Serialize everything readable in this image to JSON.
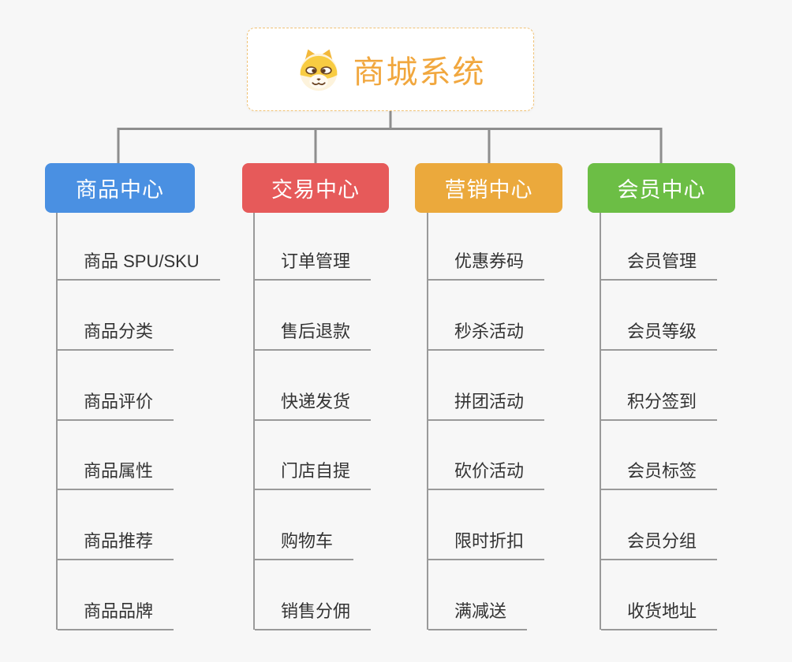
{
  "root": {
    "title": "商城系统",
    "title_color": "#F1A73E",
    "icon": "dog-face-icon",
    "border_color": "#F0C276"
  },
  "branches": [
    {
      "label": "商品中心",
      "color": "#4A90E2",
      "items": [
        "商品 SPU/SKU",
        "商品分类",
        "商品评价",
        "商品属性",
        "商品推荐",
        "商品品牌"
      ]
    },
    {
      "label": "交易中心",
      "color": "#E65A5A",
      "items": [
        "订单管理",
        "售后退款",
        "快递发货",
        "门店自提",
        "购物车",
        "销售分佣"
      ]
    },
    {
      "label": "营销中心",
      "color": "#EBA93C",
      "items": [
        "优惠券码",
        "秒杀活动",
        "拼团活动",
        "砍价活动",
        "限时折扣",
        "满减送"
      ]
    },
    {
      "label": "会员中心",
      "color": "#6CBE45",
      "items": [
        "会员管理",
        "会员等级",
        "积分签到",
        "会员标签",
        "会员分组",
        "收货地址"
      ]
    }
  ],
  "connector_color": "#8e8e8e",
  "leaf_line_color": "#9a9a9a",
  "background_color": "#f7f7f7"
}
